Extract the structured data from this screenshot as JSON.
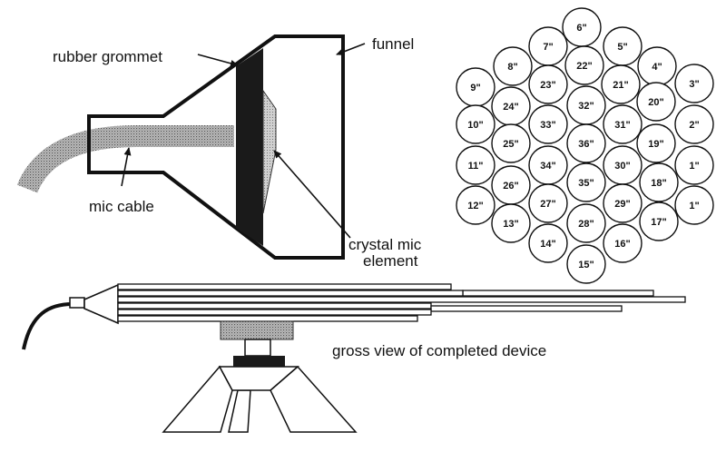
{
  "labels": {
    "grommet": "rubber grommet",
    "funnel": "funnel",
    "cable": "mic cable",
    "element_line1": "crystal mic",
    "element_line2": "element",
    "gross_view": "gross view of completed device"
  },
  "tubes": [
    {
      "label": "6\""
    },
    {
      "label": "7\""
    },
    {
      "label": "5\""
    },
    {
      "label": "8\""
    },
    {
      "label": "22\""
    },
    {
      "label": "4\""
    },
    {
      "label": "9\""
    },
    {
      "label": "23\""
    },
    {
      "label": "21\""
    },
    {
      "label": "3\""
    },
    {
      "label": "24\""
    },
    {
      "label": "32\""
    },
    {
      "label": "20\""
    },
    {
      "label": "10\""
    },
    {
      "label": "33\""
    },
    {
      "label": "31\""
    },
    {
      "label": "2\""
    },
    {
      "label": "25\""
    },
    {
      "label": "36\""
    },
    {
      "label": "19\""
    },
    {
      "label": "11\""
    },
    {
      "label": "34\""
    },
    {
      "label": "30\""
    },
    {
      "label": "1\""
    },
    {
      "label": "26\""
    },
    {
      "label": "35\""
    },
    {
      "label": "18\""
    },
    {
      "label": "12\""
    },
    {
      "label": "27\""
    },
    {
      "label": "29\""
    },
    {
      "label": "1\""
    },
    {
      "label": "13\""
    },
    {
      "label": "28\""
    },
    {
      "label": "17\""
    },
    {
      "label": "14\""
    },
    {
      "label": "16\""
    },
    {
      "label": "15\""
    }
  ]
}
